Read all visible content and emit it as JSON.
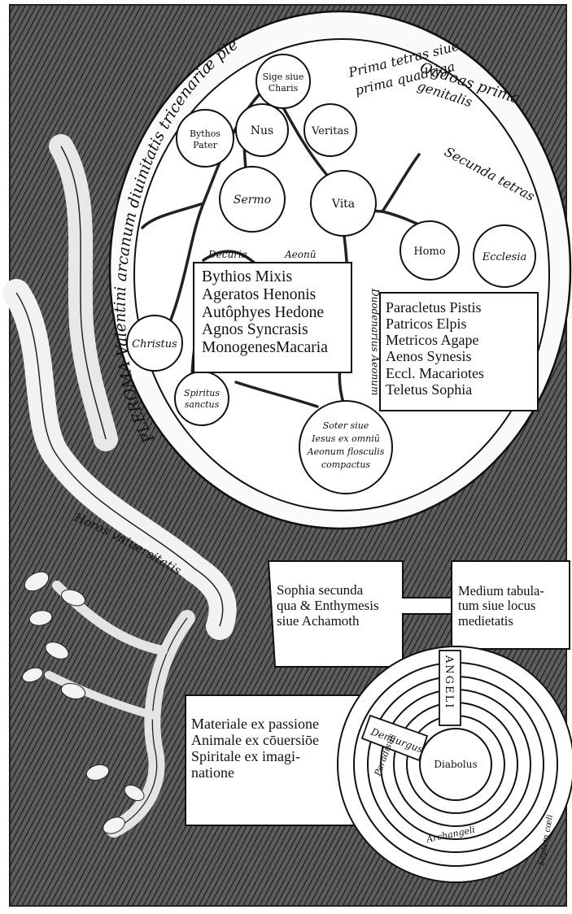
{
  "pleroma": {
    "arc_label": "PLEROMA Valentini arcanum diuinitatis tricenariæ plenitudo",
    "prima_tetras": [
      "Prima tetras siue",
      "prima quadriga"
    ],
    "ogdoas": [
      "Ogdoas prima",
      "genitalis"
    ],
    "secunda_tetras": "Secunda tetras",
    "decuria": "Decuria",
    "aeonum": "Aeonū",
    "duodenarius": "Duodenarius Aeonum"
  },
  "nodes": {
    "sige": [
      "Sige siue",
      "Charis"
    ],
    "bythos": [
      "Bythos",
      "Pater"
    ],
    "nus": "Nus",
    "veritas": "Veritas",
    "sermo": "Sermo",
    "vita": "Vita",
    "homo": "Homo",
    "ecclesia": "Ecclesia",
    "christus": "Christus",
    "spiritus": [
      "Spiritus",
      "sanctus"
    ],
    "soter": [
      "Soter siue",
      "Iesus ex omniū",
      "Aeonum flosculis",
      "compactus"
    ]
  },
  "decuria_list": [
    "Bythios Mixis",
    "Ageratos Henonis",
    "Autôphyes Hedone",
    "Agnos Syncrasis",
    "MonogenesMacaria"
  ],
  "duodecad_list": [
    "Paracletus Pistis",
    "Patricos Elpis",
    "Metricos Agape",
    "Aenos Synesis",
    "Eccl. Macariotes",
    "Teletus Sophia"
  ],
  "horos": "Horos vniuersitatis",
  "sophia": [
    "Sophia secunda",
    "qua & Enthymesis",
    "siue Achamoth"
  ],
  "medium": [
    "Medium tabula-",
    "tum siue locus",
    "medietatis"
  ],
  "materiale": [
    "Materiale ex passione",
    "Animale ex cōuersiōe",
    "Spiritale ex imagi-",
    "natione"
  ],
  "lower_circle": {
    "angeli": "ANGELI",
    "demiurgus": "Demiurgus",
    "diabolus": "Diabolus",
    "paradisus": "Paradisus",
    "archangeli": "Archangeli",
    "coeli": "Septem cœli"
  }
}
